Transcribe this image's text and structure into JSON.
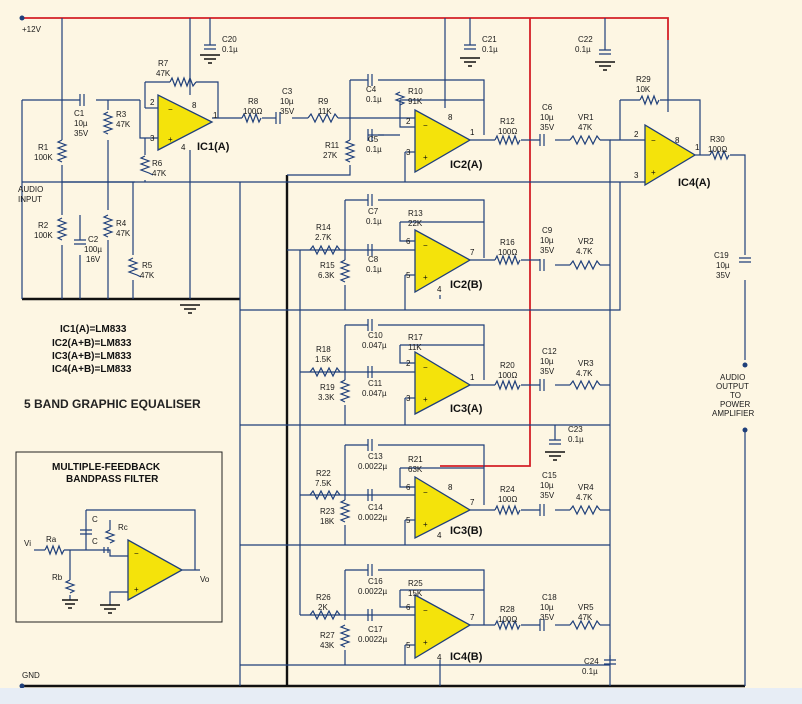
{
  "labels": {
    "supply": "+12V",
    "gnd": "GND",
    "audio_input": [
      "AUDIO",
      "INPUT"
    ],
    "audio_output": [
      "AUDIO",
      "OUTPUT",
      "TO",
      "POWER",
      "AMPLIFIER"
    ],
    "title": "5 BAND GRAPHIC EQUALISER",
    "ic_notes": [
      "IC1(A)=LM833",
      "IC2(A+B)=LM833",
      "IC3(A+B)=LM833",
      "IC4(A+B)=LM833"
    ],
    "mfb_title": [
      "MULTIPLE-FEEDBACK",
      "BANDPASS FILTER"
    ],
    "mfb_labels": {
      "vi": "Vi",
      "ra": "Ra",
      "rb": "Rb",
      "c1": "C",
      "c2": "C",
      "rc": "Rc",
      "vo": "Vo"
    }
  },
  "ics": [
    {
      "name": "IC1(A)",
      "p_minus": "2",
      "p_plus": "3",
      "p_out": "1",
      "p_vcc": "8",
      "p_gnd": "4"
    },
    {
      "name": "IC2(A)",
      "p_minus": "2",
      "p_plus": "3",
      "p_out": "1",
      "p_vcc": "8"
    },
    {
      "name": "IC2(B)",
      "p_minus": "6",
      "p_plus": "5",
      "p_out": "7",
      "p_gnd": "4"
    },
    {
      "name": "IC3(A)",
      "p_minus": "2",
      "p_plus": "3",
      "p_out": "1"
    },
    {
      "name": "IC3(B)",
      "p_minus": "6",
      "p_plus": "5",
      "p_out": "7",
      "p_vcc": "8",
      "p_gnd": "4"
    },
    {
      "name": "IC4(B)",
      "p_minus": "6",
      "p_plus": "5",
      "p_out": "7",
      "p_gnd": "4"
    },
    {
      "name": "IC4(A)",
      "p_minus": "2",
      "p_plus": "3",
      "p_out": "1",
      "p_vcc": "8"
    }
  ],
  "components": {
    "R1": [
      "R1",
      "100K"
    ],
    "R2": [
      "R2",
      "100K"
    ],
    "R3": [
      "R3",
      "47K"
    ],
    "R4": [
      "R4",
      "47K"
    ],
    "R5": [
      "R5",
      "47K"
    ],
    "R6": [
      "R6",
      "47K"
    ],
    "R7": [
      "R7",
      "47K"
    ],
    "R8": [
      "R8",
      "100Ω"
    ],
    "R9": [
      "R9",
      "11K"
    ],
    "R10": [
      "R10",
      "91K"
    ],
    "R11": [
      "R11",
      "27K"
    ],
    "R12": [
      "R12",
      "100Ω"
    ],
    "R13": [
      "R13",
      "22K"
    ],
    "R14": [
      "R14",
      "2.7K"
    ],
    "R15": [
      "R15",
      "6.3K"
    ],
    "R16": [
      "R16",
      "100Ω"
    ],
    "R17": [
      "R17",
      "11K"
    ],
    "R18": [
      "R18",
      "1.5K"
    ],
    "R19": [
      "R19",
      "3.3K"
    ],
    "R20": [
      "R20",
      "100Ω"
    ],
    "R21": [
      "R21",
      "63K"
    ],
    "R22": [
      "R22",
      "7.5K"
    ],
    "R23": [
      "R23",
      "18K"
    ],
    "R24": [
      "R24",
      "100Ω"
    ],
    "R25": [
      "R25",
      "15K"
    ],
    "R26": [
      "R26",
      "2K"
    ],
    "R27": [
      "R27",
      "43K"
    ],
    "R28": [
      "R28",
      "100Ω"
    ],
    "R29": [
      "R29",
      "10K"
    ],
    "R30": [
      "R30",
      "100Ω"
    ],
    "C1": [
      "C1",
      "10µ",
      "35V"
    ],
    "C2": [
      "C2",
      "100µ",
      "16V"
    ],
    "C3": [
      "C3",
      "10µ",
      "35V"
    ],
    "C4": [
      "C4",
      "0.1µ"
    ],
    "C5": [
      "C5",
      "0.1µ"
    ],
    "C6": [
      "C6",
      "10µ",
      "35V"
    ],
    "C7": [
      "C7",
      "0.1µ"
    ],
    "C8": [
      "C8",
      "0.1µ"
    ],
    "C9": [
      "C9",
      "10µ",
      "35V"
    ],
    "C10": [
      "C10",
      "0.047µ"
    ],
    "C11": [
      "C11",
      "0.047µ"
    ],
    "C12": [
      "C12",
      "10µ",
      "35V"
    ],
    "C13": [
      "C13",
      "0.0022µ"
    ],
    "C14": [
      "C14",
      "0.0022µ"
    ],
    "C15": [
      "C15",
      "10µ",
      "35V"
    ],
    "C16": [
      "C16",
      "0.0022µ"
    ],
    "C17": [
      "C17",
      "0.0022µ"
    ],
    "C18": [
      "C18",
      "10µ",
      "35V"
    ],
    "C19": [
      "C19",
      "10µ",
      "35V"
    ],
    "C20": [
      "C20",
      "0.1µ"
    ],
    "C21": [
      "C21",
      "0.1µ"
    ],
    "C22": [
      "C22",
      "0.1µ"
    ],
    "C23": [
      "C23",
      "0.1µ"
    ],
    "C24": [
      "C24",
      "0.1µ"
    ],
    "VR1": [
      "VR1",
      "47K"
    ],
    "VR2": [
      "VR2",
      "4.7K"
    ],
    "VR3": [
      "VR3",
      "4.7K"
    ],
    "VR4": [
      "VR4",
      "4.7K"
    ],
    "VR5": [
      "VR5",
      "47K"
    ]
  },
  "colors": {
    "wire": "#1f3f7a",
    "rail": "#d42027",
    "ground": "#111111",
    "opamp": "#f4e30b",
    "background": "#fdf6e3"
  }
}
